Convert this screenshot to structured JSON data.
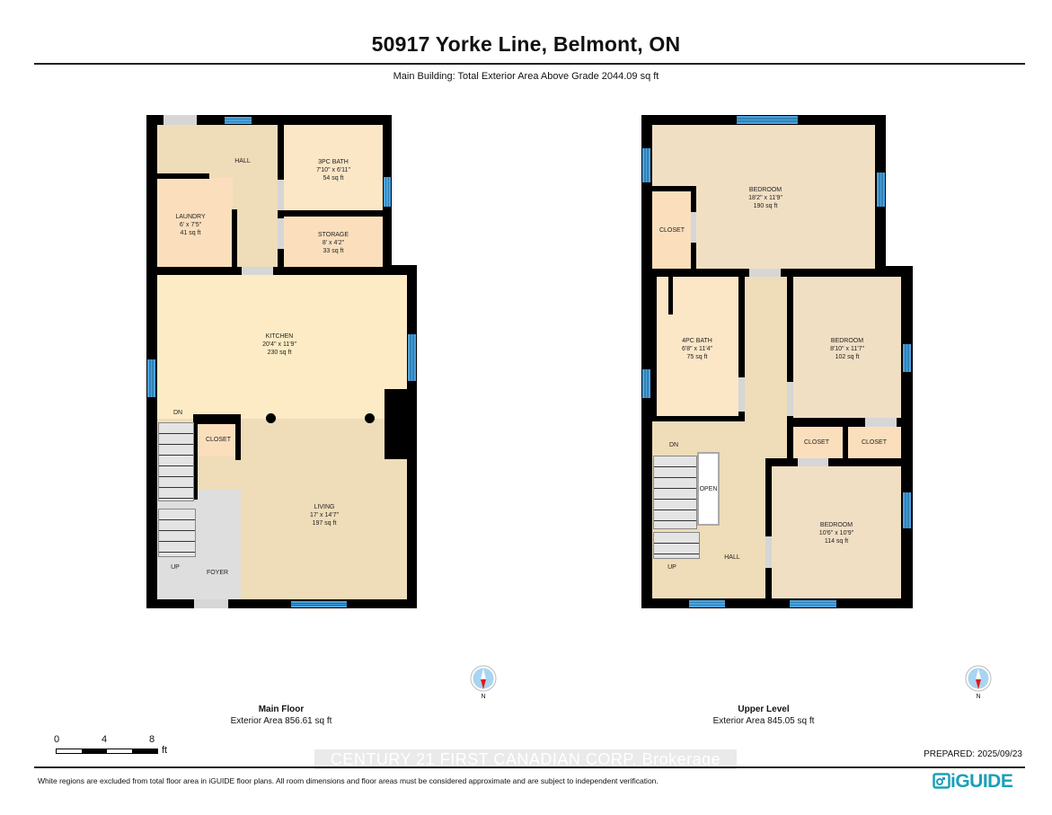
{
  "header": {
    "title": "50917 Yorke Line, Belmont, ON",
    "subtitle": "Main Building: Total Exterior Area Above Grade 2044.09 sq ft"
  },
  "main_floor": {
    "name": "Main Floor",
    "area": "Exterior Area 856.61 sq ft",
    "rooms": [
      {
        "name": "HALL",
        "dims": "",
        "area": ""
      },
      {
        "name": "3PC BATH",
        "dims": "7'10\" x 6'11\"",
        "area": "54 sq ft"
      },
      {
        "name": "LAUNDRY",
        "dims": "6' x 7'5\"",
        "area": "41 sq ft"
      },
      {
        "name": "STORAGE",
        "dims": "8' x 4'2\"",
        "area": "33 sq ft"
      },
      {
        "name": "KITCHEN",
        "dims": "20'4\" x 11'9\"",
        "area": "230 sq ft"
      },
      {
        "name": "CLOSET",
        "dims": "",
        "area": ""
      },
      {
        "name": "LIVING",
        "dims": "17' x 14'7\"",
        "area": "197 sq ft"
      },
      {
        "name": "FOYER",
        "dims": "",
        "area": ""
      }
    ],
    "stairs": {
      "down": "DN",
      "up": "UP"
    }
  },
  "upper_level": {
    "name": "Upper Level",
    "area": "Exterior Area 845.05 sq ft",
    "rooms": [
      {
        "name": "BEDROOM",
        "dims": "18'2\" x 11'9\"",
        "area": "190 sq ft"
      },
      {
        "name": "CLOSET",
        "dims": "",
        "area": ""
      },
      {
        "name": "4PC BATH",
        "dims": "6'8\" x 11'4\"",
        "area": "75 sq ft"
      },
      {
        "name": "BEDROOM",
        "dims": "8'10\" x 11'7\"",
        "area": "102 sq ft"
      },
      {
        "name": "CLOSET",
        "dims": "",
        "area": ""
      },
      {
        "name": "CLOSET",
        "dims": "",
        "area": ""
      },
      {
        "name": "BEDROOM",
        "dims": "10'6\" x 10'9\"",
        "area": "114 sq ft"
      },
      {
        "name": "HALL",
        "dims": "",
        "area": ""
      },
      {
        "name": "OPEN",
        "dims": "",
        "area": ""
      }
    ],
    "stairs": {
      "down": "DN",
      "up": "UP"
    }
  },
  "compass": {
    "label": "N"
  },
  "scale": {
    "ticks": [
      "0",
      "4",
      "8"
    ],
    "unit": "ft"
  },
  "footer": {
    "watermark": "CENTURY 21 FIRST CANADIAN CORP. Brokerage",
    "prepared": "PREPARED: 2025/09/23",
    "disclaimer": "White regions are excluded from total floor area in iGUIDE floor plans. All room dimensions and floor areas must be considered approximate and are subject to independent verification.",
    "logo": "iGUIDE"
  },
  "colors": {
    "wall": "#000000",
    "window": "#4aa3df",
    "hall": "#efdcb8",
    "bath": "#fbe6c6",
    "kitchen": "#fcebc4",
    "bedroom": "#f1dfc4",
    "closet": "#fbdfbd",
    "door_gap": "#d6d6d6",
    "logo": "#1aa0b8",
    "compass_needle": "#e01b1b"
  }
}
